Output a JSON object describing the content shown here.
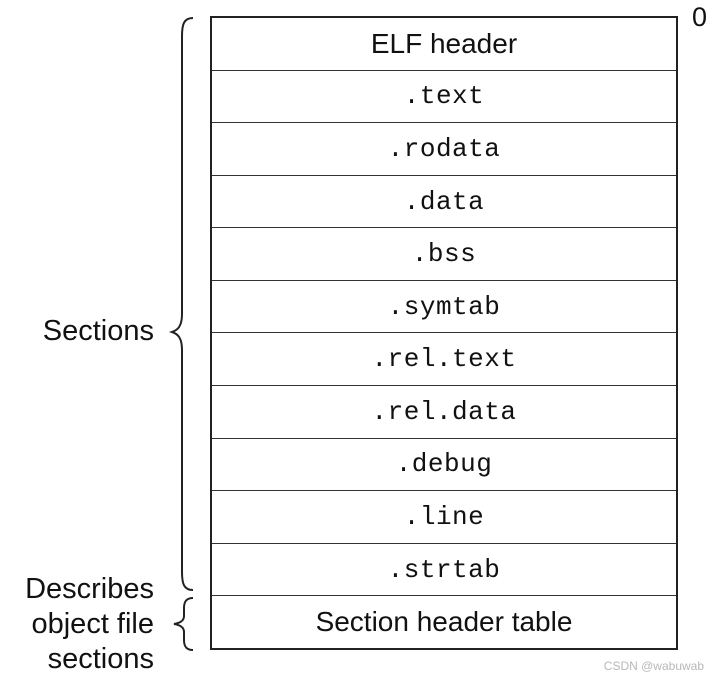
{
  "offset_label": "0",
  "rows": [
    {
      "label": ".text",
      "font": "mono"
    },
    {
      "label": ".rodata",
      "font": "mono"
    },
    {
      "label": ".data",
      "font": "mono"
    },
    {
      "label": ".bss",
      "font": "mono"
    },
    {
      "label": ".symtab",
      "font": "mono"
    },
    {
      "label": ".rel.text",
      "font": "mono"
    },
    {
      "label": ".rel.data",
      "font": "mono"
    },
    {
      "label": ".debug",
      "font": "mono"
    },
    {
      "label": ".line",
      "font": "mono"
    },
    {
      "label": ".strtab",
      "font": "mono"
    }
  ],
  "header_row": "ELF header",
  "footer_row": "Section header table",
  "braces": {
    "sections": "Sections",
    "describes": [
      "Describes",
      "object file",
      "sections"
    ]
  },
  "watermark": "CSDN @wabuwab"
}
